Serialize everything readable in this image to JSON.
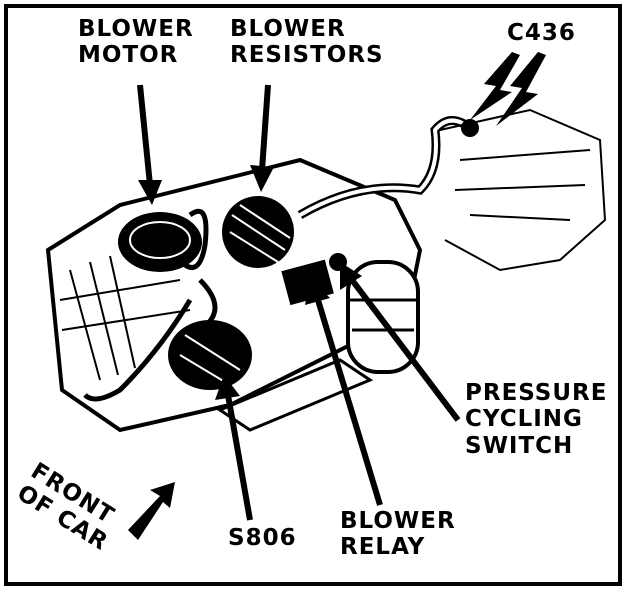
{
  "labels": {
    "blower_motor": [
      "BLOWER",
      "MOTOR"
    ],
    "blower_resistors": [
      "BLOWER",
      "RESISTORS"
    ],
    "c436": "C436",
    "pressure_cycling_switch": [
      "PRESSURE",
      "CYCLING",
      "SWITCH"
    ],
    "blower_relay": [
      "BLOWER",
      "RELAY"
    ],
    "s806": "S806",
    "front_of_car": [
      "FRONT",
      "OF CAR"
    ]
  },
  "colors": {
    "ink": "#000000",
    "paper": "#ffffff"
  }
}
